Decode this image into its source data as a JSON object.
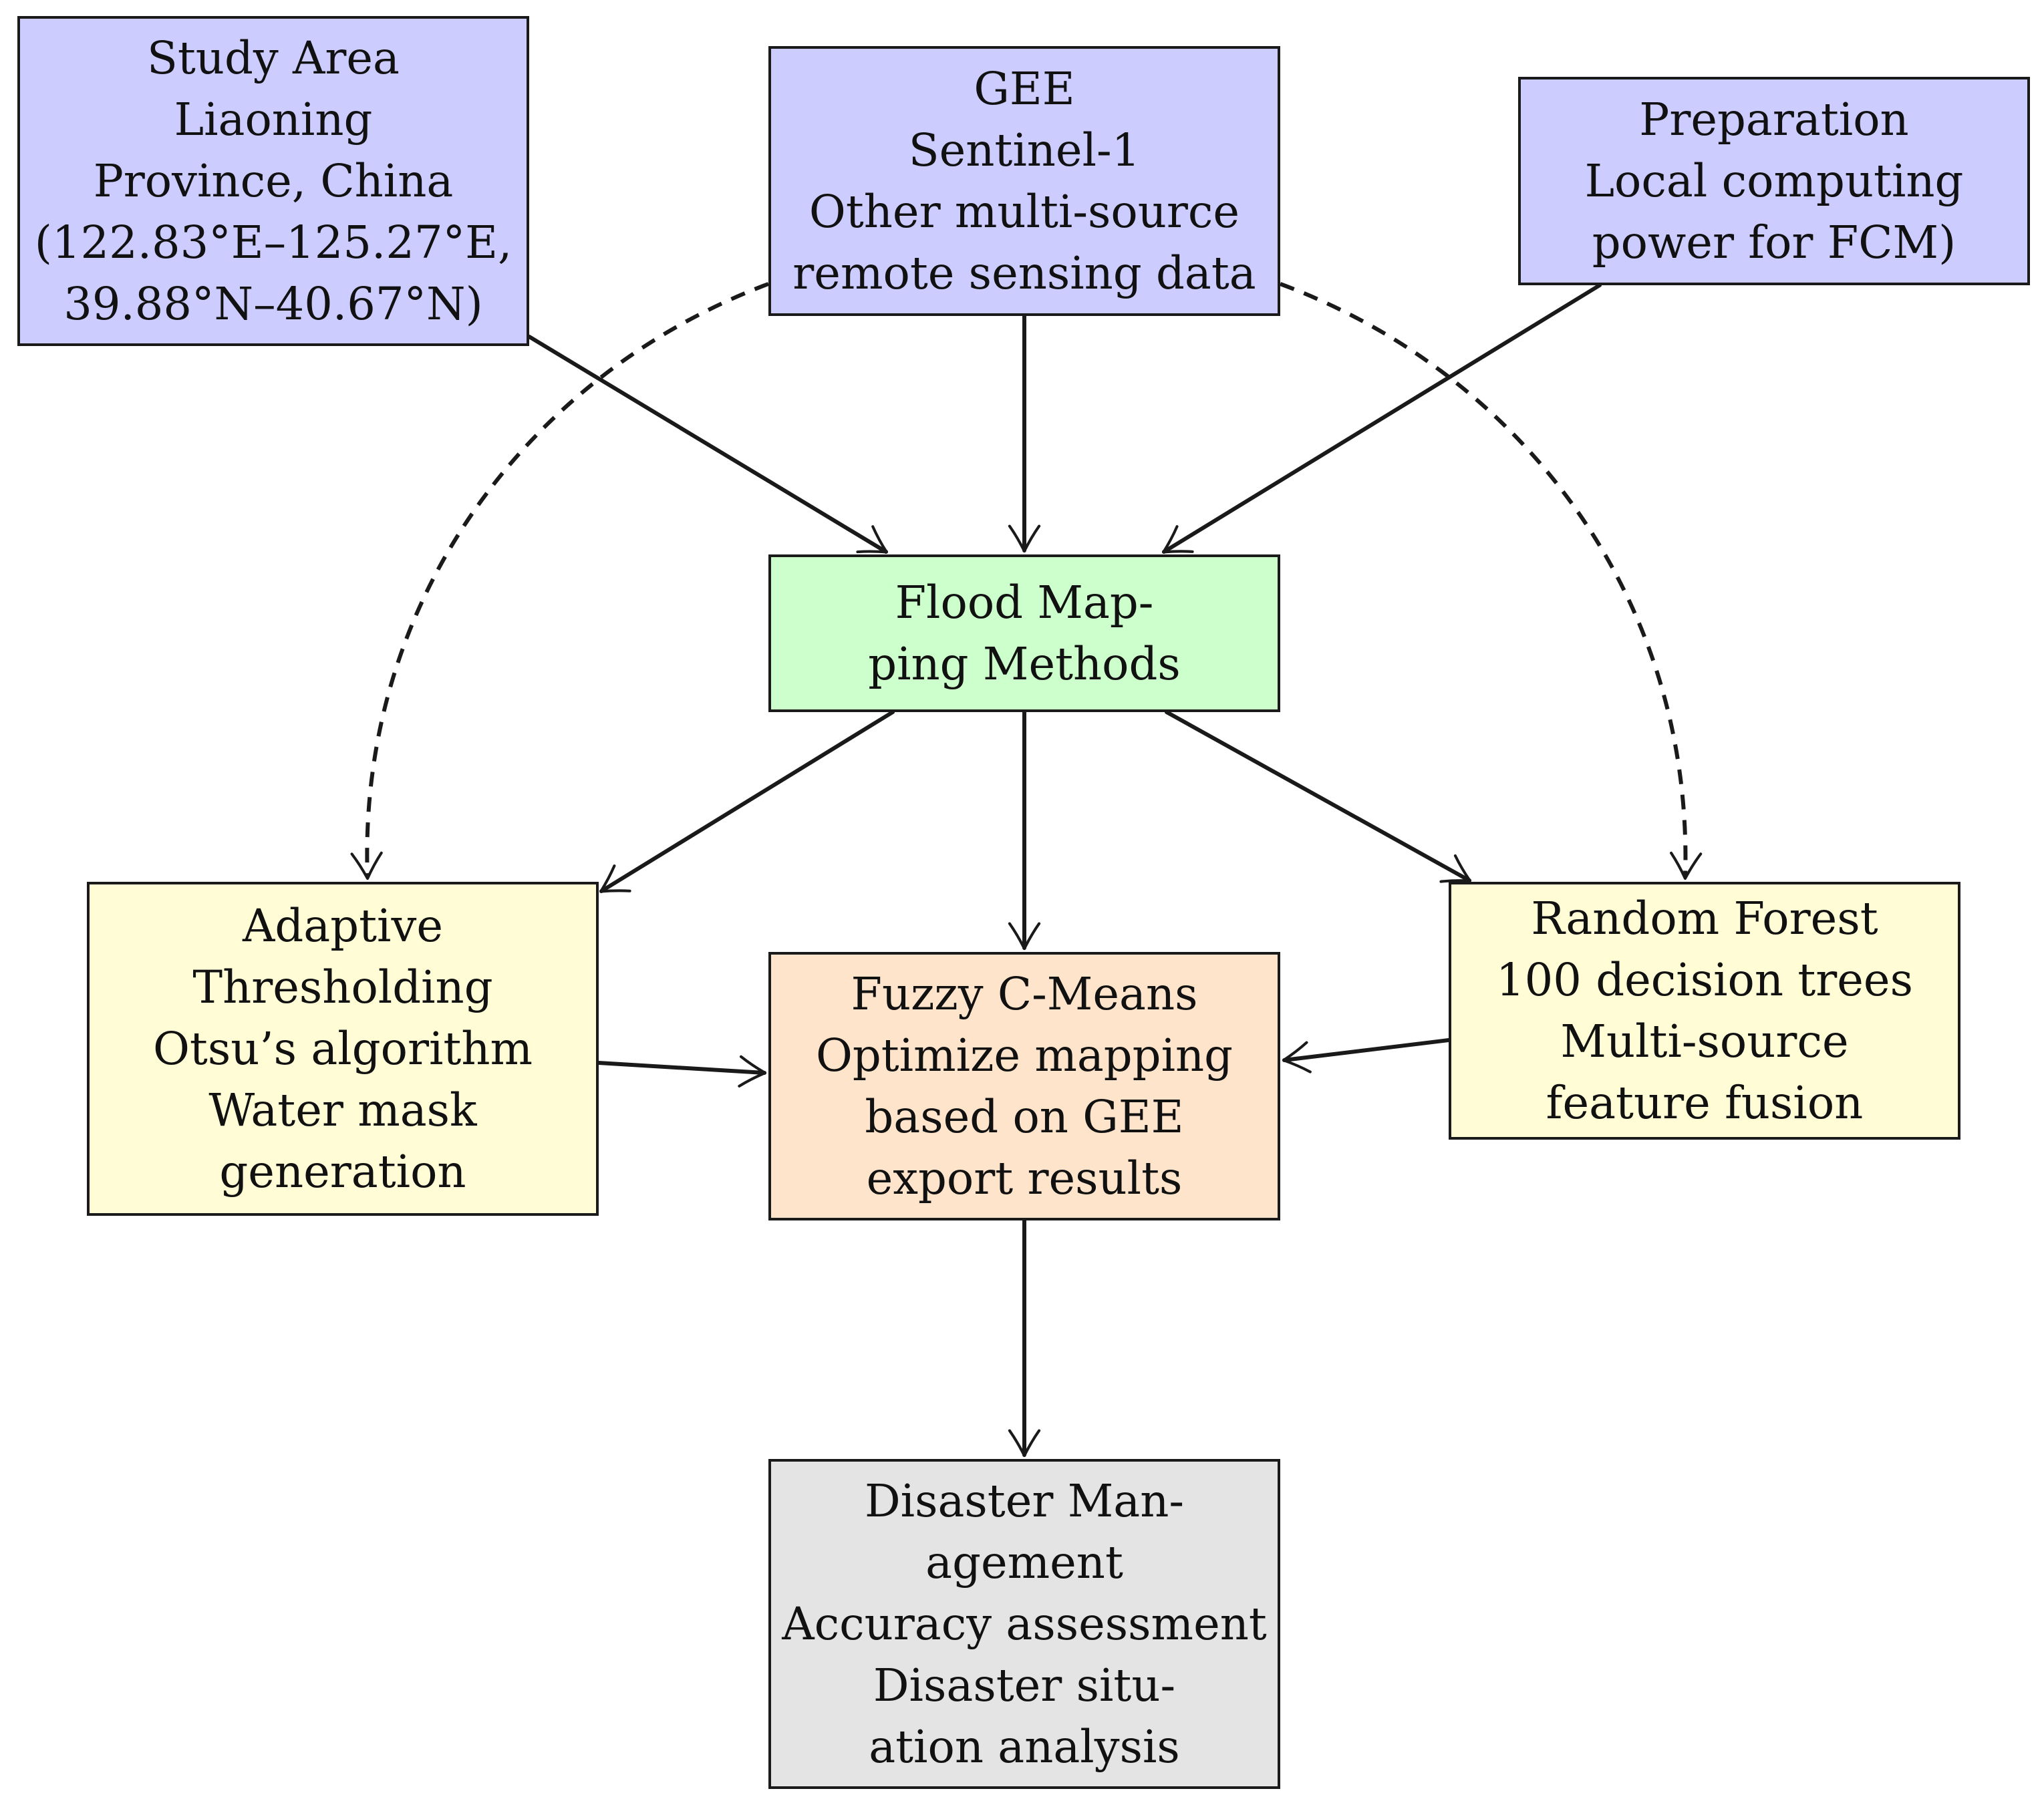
{
  "colors": {
    "input": "#ccccff",
    "method": "#ccffcc",
    "algorithm": "#fffcd6",
    "fusion": "#ffe4cc",
    "output": "#e4e4e4",
    "stroke": "#1a1a1a"
  },
  "nodes": {
    "study_area": {
      "lines": [
        "Study Area",
        "Liaoning",
        "Province, China",
        "(122.83°E–125.27°E,",
        "39.88°N–40.67°N)"
      ]
    },
    "gee": {
      "lines": [
        "GEE",
        "Sentinel-1",
        "Other multi-source",
        "remote sensing data"
      ]
    },
    "preparation": {
      "lines": [
        "Preparation",
        "Local computing",
        "power for FCM)"
      ]
    },
    "flood_mapping": {
      "lines": [
        "Flood Map-",
        "ping Methods"
      ]
    },
    "adaptive_thresholding": {
      "lines": [
        "Adaptive",
        "Thresholding",
        "Otsu’s algorithm",
        "Water mask",
        "generation"
      ]
    },
    "fuzzy_c_means": {
      "lines": [
        "Fuzzy C-Means",
        "Optimize mapping",
        "based on GEE",
        "export results"
      ]
    },
    "random_forest": {
      "lines": [
        "Random Forest",
        "100 decision trees",
        "Multi-source",
        "feature fusion"
      ]
    },
    "disaster_management": {
      "lines": [
        "Disaster Man-",
        "agement",
        "Accuracy assessment",
        "Disaster situ-",
        "ation analysis"
      ]
    }
  },
  "edges": [
    {
      "from": "study_area",
      "to": "flood_mapping",
      "style": "solid"
    },
    {
      "from": "gee",
      "to": "flood_mapping",
      "style": "solid"
    },
    {
      "from": "preparation",
      "to": "flood_mapping",
      "style": "solid"
    },
    {
      "from": "flood_mapping",
      "to": "adaptive_thresholding",
      "style": "solid"
    },
    {
      "from": "flood_mapping",
      "to": "fuzzy_c_means",
      "style": "solid"
    },
    {
      "from": "flood_mapping",
      "to": "random_forest",
      "style": "solid"
    },
    {
      "from": "adaptive_thresholding",
      "to": "fuzzy_c_means",
      "style": "solid"
    },
    {
      "from": "random_forest",
      "to": "fuzzy_c_means",
      "style": "solid"
    },
    {
      "from": "fuzzy_c_means",
      "to": "disaster_management",
      "style": "solid"
    },
    {
      "from": "gee",
      "to": "adaptive_thresholding",
      "style": "dashed"
    },
    {
      "from": "gee",
      "to": "random_forest",
      "style": "dashed"
    }
  ]
}
